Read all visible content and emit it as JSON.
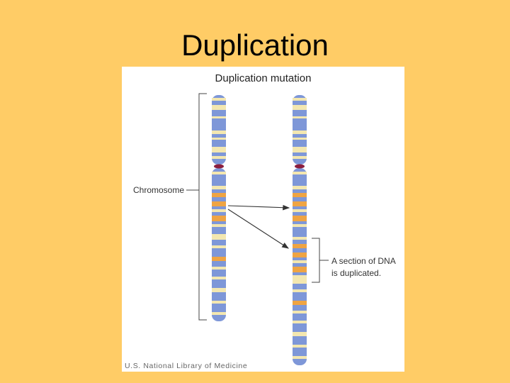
{
  "slide": {
    "title": "Duplication"
  },
  "figure": {
    "title": "Duplication mutation",
    "label_chromosome": "Chromosome",
    "label_duplicated_line1": "A section of DNA",
    "label_duplicated_line2": "is duplicated.",
    "credit": "U.S. National Library of Medicine"
  },
  "colors": {
    "slide_background": "#FFCC66",
    "chromosome_blue": "#7E97D8",
    "band_cream": "#F3E7B0",
    "band_orange": "#EFA443",
    "centromere": "#8B1E3F"
  }
}
